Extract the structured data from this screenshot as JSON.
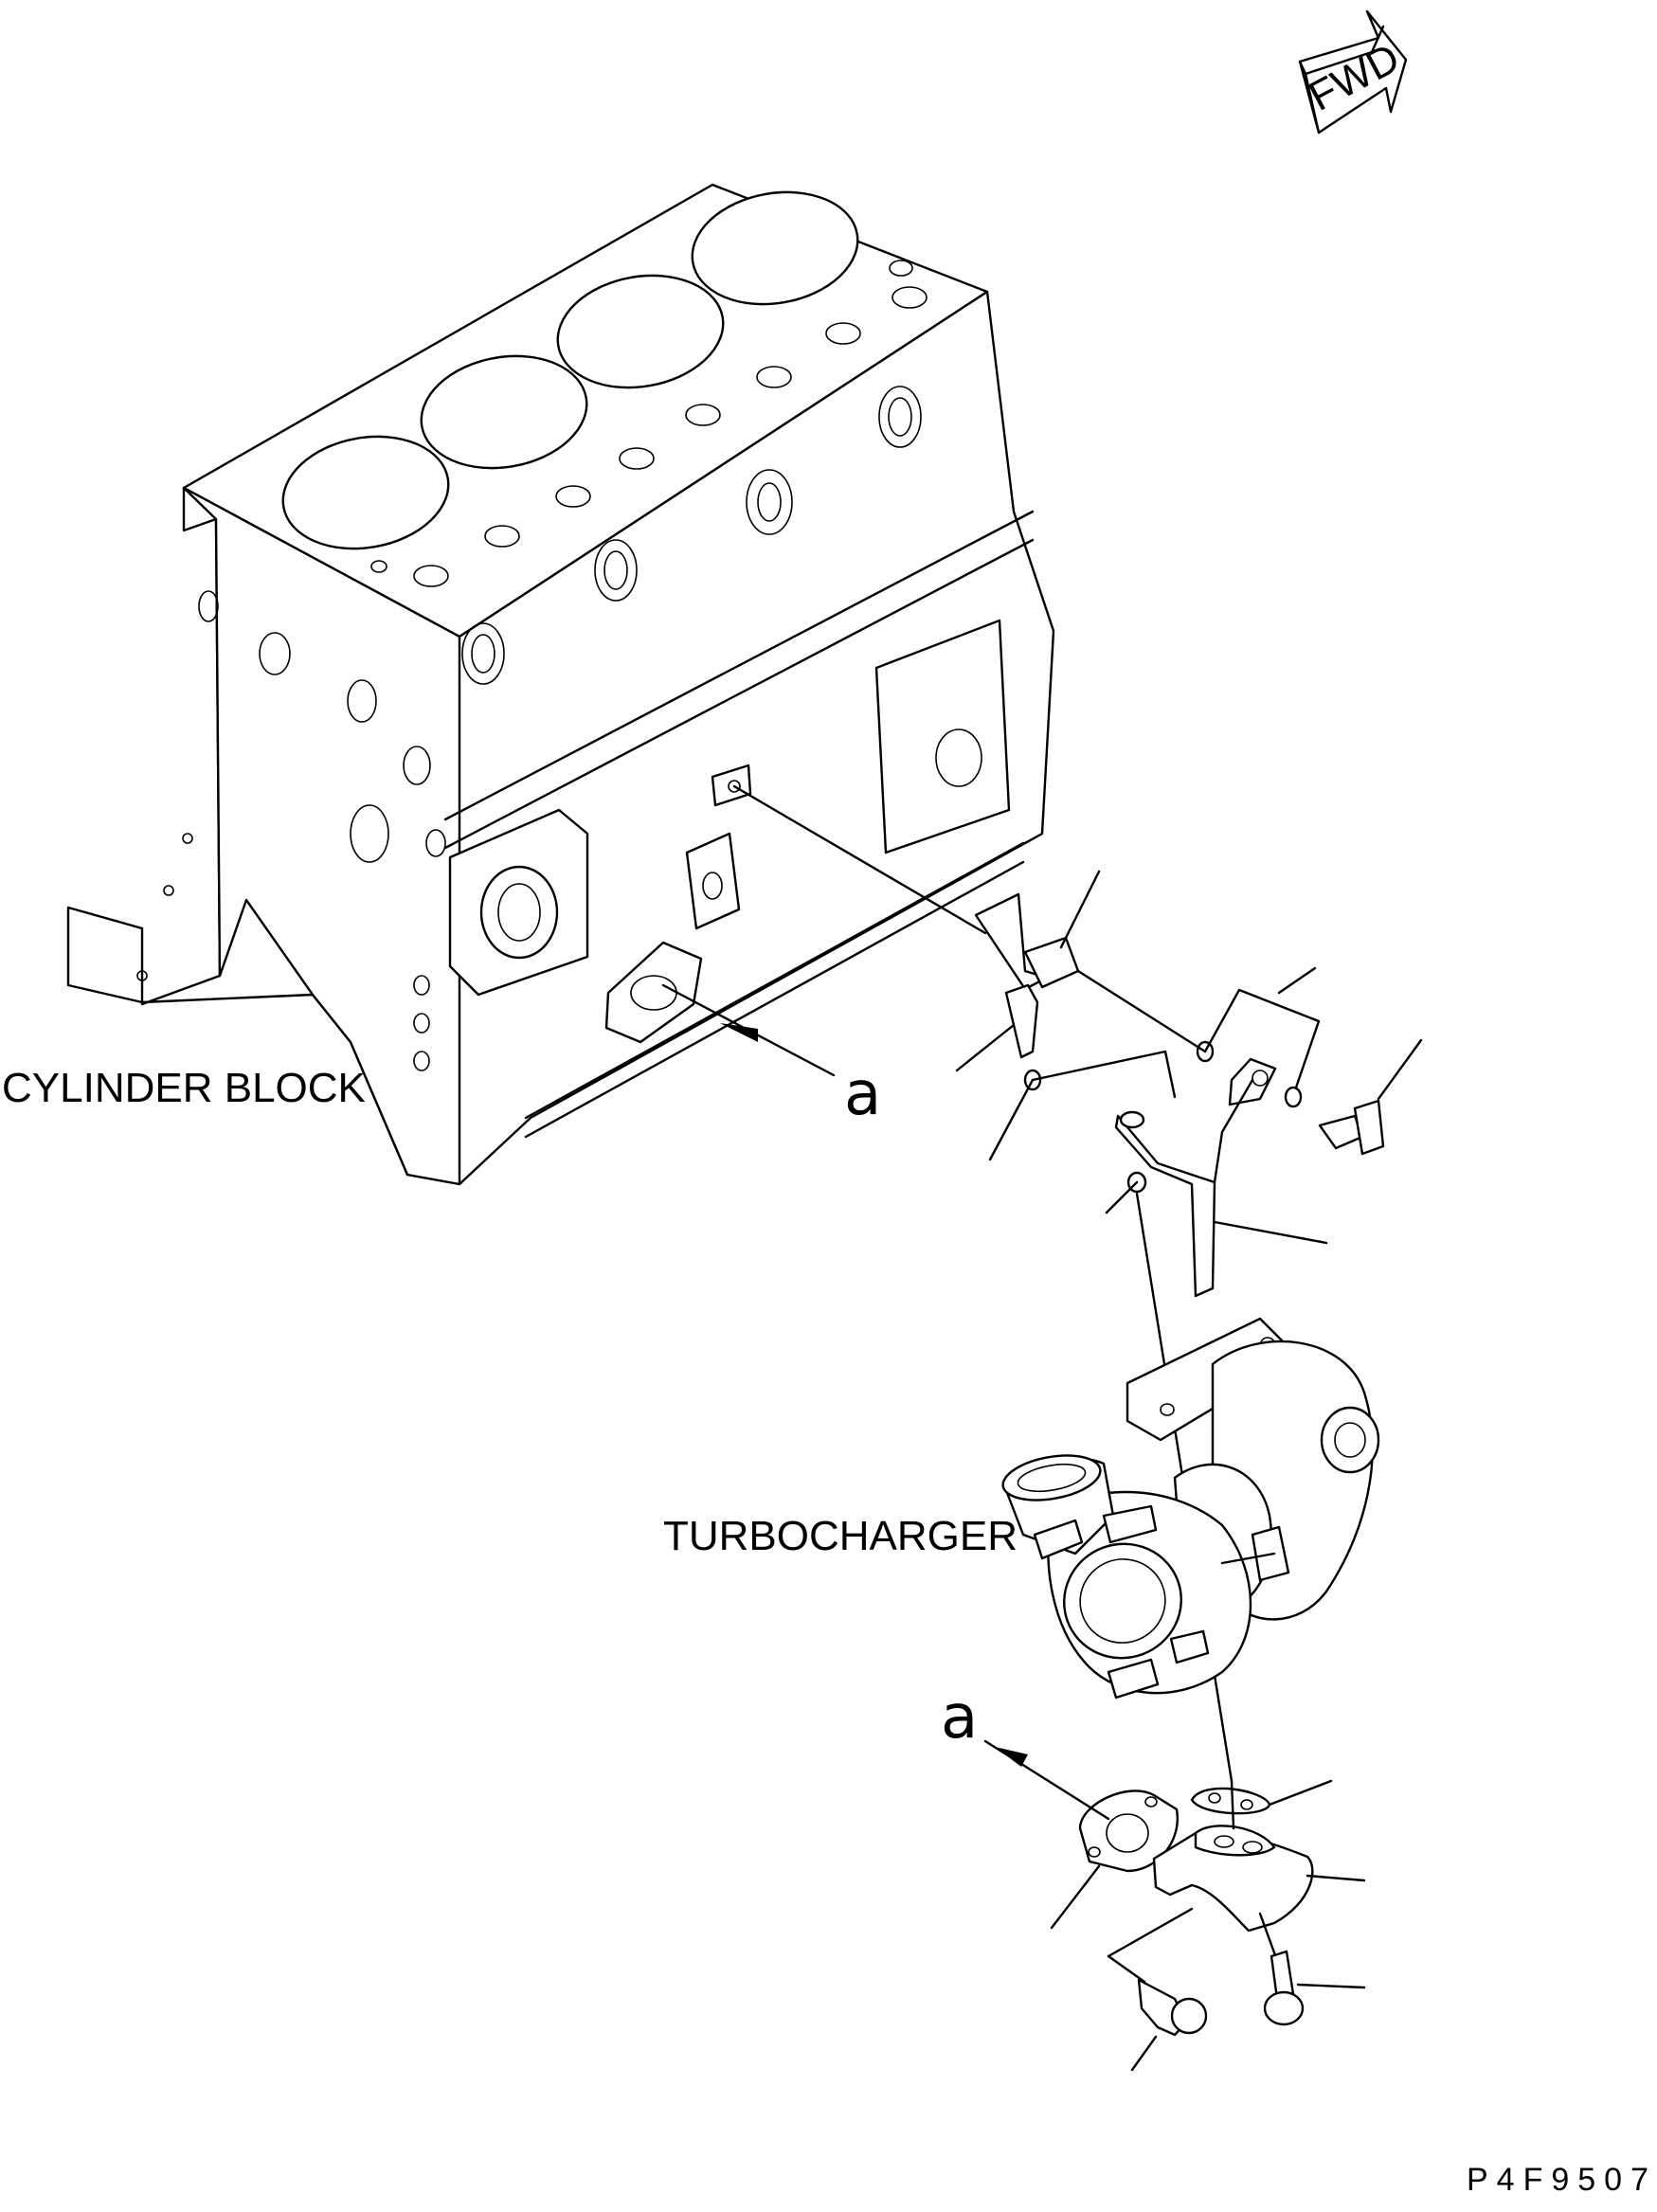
{
  "labels": {
    "cylinder_block": "CYLINDER BLOCK",
    "turbocharger": "TURBOCHARGER",
    "view_marker_block": "a",
    "view_marker_gasket": "a",
    "figure_code": "P4F9507"
  },
  "direction_arrow": {
    "text": "FWD",
    "icon": "fwd-arrow-icon"
  }
}
